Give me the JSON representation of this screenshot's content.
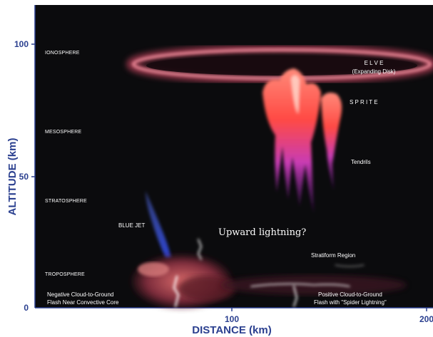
{
  "axes": {
    "y_title": "ALTITUDE (km)",
    "x_title": "DISTANCE (km)",
    "y_ticks": [
      "0",
      "50",
      "100"
    ],
    "x_ticks": [
      "100",
      "200"
    ]
  },
  "layers": {
    "ionosphere": "IONOSPHERE",
    "mesosphere": "MESOSPHERE",
    "stratosphere": "STRATOSPHERE",
    "troposphere": "TROPOSPHERE"
  },
  "phenomena": {
    "elve_title": "E L V E",
    "elve_sub": "(Expanding Disk)",
    "sprite": "S P R I T E",
    "tendrils": "Tendrils",
    "blue_jet": "BLUE JET",
    "upward": "Upward lightning?",
    "stratiform": "Stratiform Region",
    "neg_cg_line1": "Negative Cloud-to-Ground",
    "neg_cg_line2": "Flash Near Convective Core",
    "pos_cg_line1": "Positive  Cloud-to-Ground",
    "pos_cg_line2": "Flash with \"Spider Lightning\""
  },
  "colors": {
    "sky": "#0b0b0d",
    "axis_text": "#2a3f8f",
    "elve": "#e8506e",
    "sprite_head": "#ff5a4a",
    "sprite_tendril": "#b33cc8",
    "blue_jet": "#3a55e0",
    "cloud": "#b04a58"
  }
}
